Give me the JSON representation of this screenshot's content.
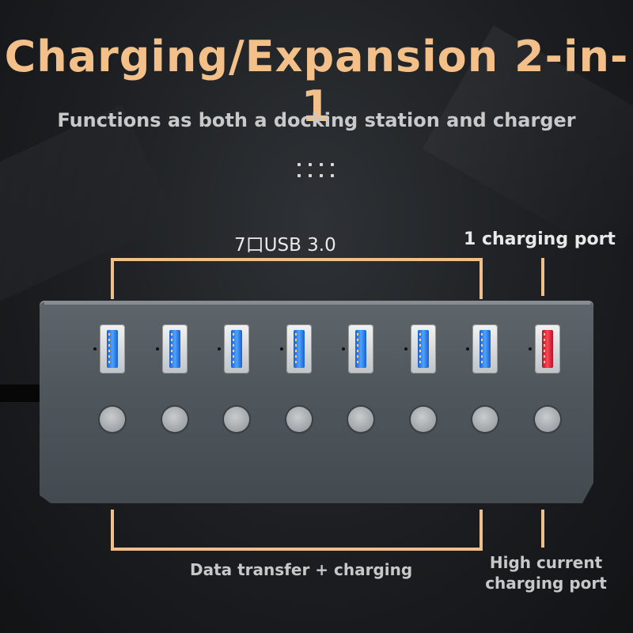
{
  "title": "Charging/Expansion 2-in-1",
  "subtitle": "Functions as both a docking station and charger",
  "labels": {
    "usb_ports": "7口USB 3.0",
    "charging_port": "1 charging port",
    "data_transfer": "Data transfer + charging",
    "high_current": "High current charging port"
  },
  "colors": {
    "accent": "#f4c08a",
    "usb_port": "#3d8ff0",
    "charging_port": "#e23244",
    "hub_body": "#4f575d"
  },
  "ports": [
    {
      "type": "usb-3.0",
      "color": "blue"
    },
    {
      "type": "usb-3.0",
      "color": "blue"
    },
    {
      "type": "usb-3.0",
      "color": "blue"
    },
    {
      "type": "usb-3.0",
      "color": "blue"
    },
    {
      "type": "usb-3.0",
      "color": "blue"
    },
    {
      "type": "usb-3.0",
      "color": "blue"
    },
    {
      "type": "usb-3.0",
      "color": "blue"
    },
    {
      "type": "charging",
      "color": "red"
    }
  ]
}
